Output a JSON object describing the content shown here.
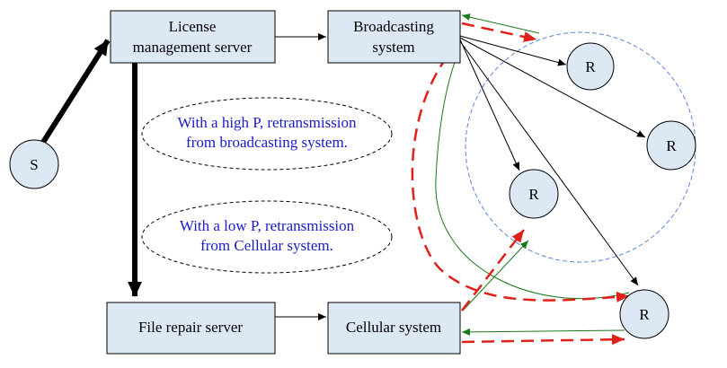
{
  "boxes": {
    "license_server": [
      "License",
      "management server"
    ],
    "broadcasting_system": [
      "Broadcasting",
      "system"
    ],
    "file_repair_server": "File repair server",
    "cellular_system": "Cellular system"
  },
  "source_node": "S",
  "receiver_node": "R",
  "notes": {
    "high_p": [
      "With a high P, retransmission",
      "from broadcasting system."
    ],
    "low_p": [
      "With a low P, retransmission",
      "from Cellular system."
    ]
  },
  "colors": {
    "box_fill": "#dde8f5",
    "note_text": "#1a1acc",
    "coverage_circle": "#5b86d6",
    "retransmission_arrow": "#e0201a",
    "feedback_arrow": "#1a7a1a"
  }
}
